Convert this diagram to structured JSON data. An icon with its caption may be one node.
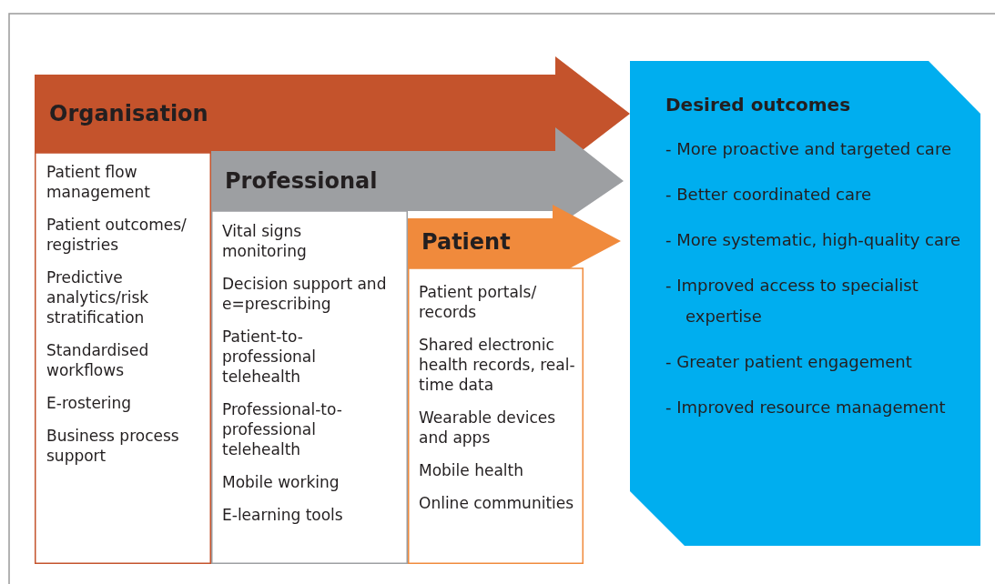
{
  "diagram": {
    "nodes": [
      {
        "text": [
          "Organisation"
        ]
      },
      {
        "text": [
          "Patient flow management",
          "Patient outcomes/ registries",
          "Predictive analytics/risk stratification",
          "Standardised workflows",
          "E-rostering",
          "Business process support"
        ]
      },
      {
        "text": [
          "Professional"
        ]
      },
      {
        "text": [
          "Vital signs monitoring",
          "Decision support and e=prescribing",
          "Patient-to-professional telehealth",
          "Professional-to-professional telehealth",
          "Mobile working",
          "E-learning tools"
        ]
      },
      {
        "text": [
          "Patient"
        ]
      },
      {
        "text": [
          "Patient portals/ records",
          "Shared electronic health records, real-time data",
          "Wearable devices and apps",
          "Mobile health",
          "Online communities"
        ]
      },
      {
        "text": [
          "Desired outcomes",
          "- More proactive and targeted care",
          "- Better coordinated care",
          "- More systematic, high-quality care",
          "- Improved access to specialist expertise",
          "- Greater patient engagement",
          "- Improved resource management"
        ]
      }
    ]
  }
}
